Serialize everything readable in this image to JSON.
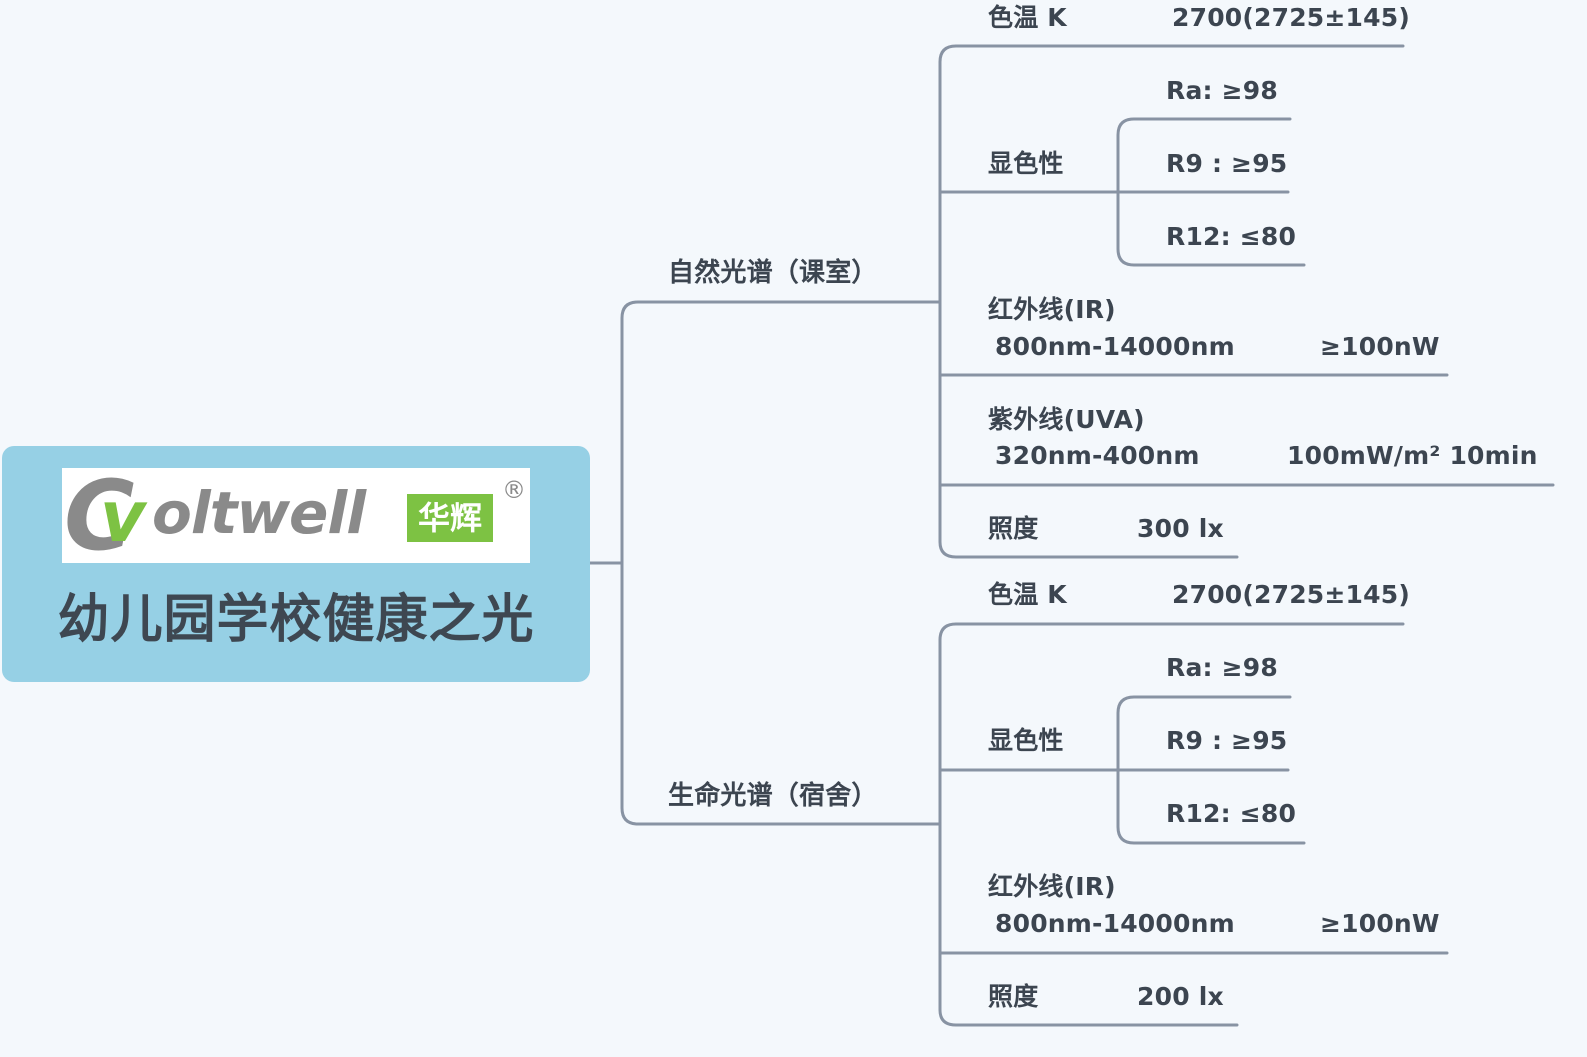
{
  "root": {
    "logo": {
      "c": "C",
      "v": "v",
      "word": "oltwell",
      "cn": "华辉",
      "reg": "®",
      "green": "#7dc243",
      "gray": "#8a8a8a"
    },
    "title": "幼儿园学校健康之光",
    "bg_color": "#96d0e5"
  },
  "branches": [
    {
      "label": "自然光谱（课室）",
      "items": {
        "cct": {
          "label": "色温 K",
          "value": "2700(2725±145)"
        },
        "cri": {
          "label": "显色性",
          "sub": [
            "Ra: ≥98",
            "R9 : ≥95",
            "R12:  ≤80"
          ]
        },
        "ir": {
          "label": "红外线(IR)",
          "range": "800nm-14000nm",
          "value": "≥100nW"
        },
        "uva": {
          "label": "紫外线(UVA)",
          "range": "320nm-400nm",
          "value": "100mW/m² 10min"
        },
        "lux": {
          "label": "照度",
          "value": "300 lx"
        }
      }
    },
    {
      "label": "生命光谱（宿舍）",
      "items": {
        "cct": {
          "label": "色温 K",
          "value": "2700(2725±145)"
        },
        "cri": {
          "label": "显色性",
          "sub": [
            "Ra: ≥98",
            "R9 : ≥95",
            "R12:  ≤80"
          ]
        },
        "ir": {
          "label": "红外线(IR)",
          "range": "800nm-14000nm",
          "value": "≥100nW"
        },
        "lux": {
          "label": "照度",
          "value": "200 lx"
        }
      }
    }
  ],
  "colors": {
    "line": "#8893a3",
    "text": "#3c4550",
    "background": "#f4f8fc"
  }
}
